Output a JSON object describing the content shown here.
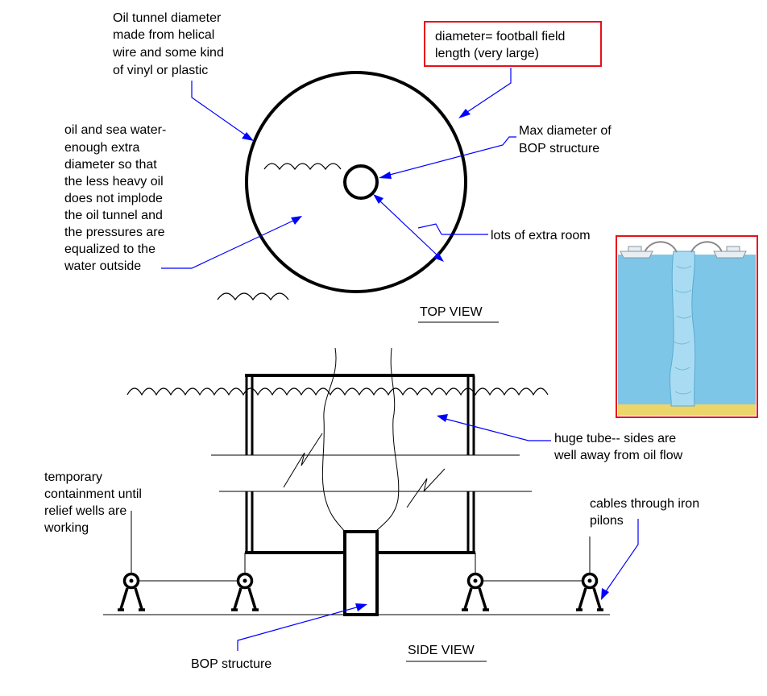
{
  "colors": {
    "line": "#000000",
    "leader": "#0000ff",
    "box_border": "#e8101a",
    "water": "#7ec6e8",
    "sea_floor": "#ecd66a",
    "tube": "#a9dcf2"
  },
  "top_view": {
    "title": "TOP VIEW",
    "notes": {
      "tunnel_diameter": [
        "Oil tunnel diameter",
        "made from helical",
        "wire and some kind",
        "of vinyl or plastic"
      ],
      "diameter_box": [
        "diameter= football field",
        "length (very large)"
      ],
      "max_bop": [
        "Max diameter of",
        "BOP structure"
      ],
      "oil_sea_water": [
        "oil and sea water-",
        "enough extra",
        "diameter so that",
        "the less heavy oil",
        "does not implode",
        "the oil tunnel and",
        "the pressures are",
        "equalized to the",
        "water outside"
      ],
      "extra_room": [
        "lots of extra room"
      ]
    }
  },
  "side_view": {
    "title": "SIDE VIEW",
    "notes": {
      "huge_tube": [
        "huge tube-- sides are",
        "well away from oil flow"
      ],
      "temporary": [
        "temporary",
        "containment until",
        "relief wells are",
        "working"
      ],
      "cables": [
        "cables through iron",
        "pilons"
      ],
      "bop": [
        "BOP structure"
      ]
    }
  },
  "inset": {
    "icon": "illustration-oil-tube-between-ships"
  }
}
